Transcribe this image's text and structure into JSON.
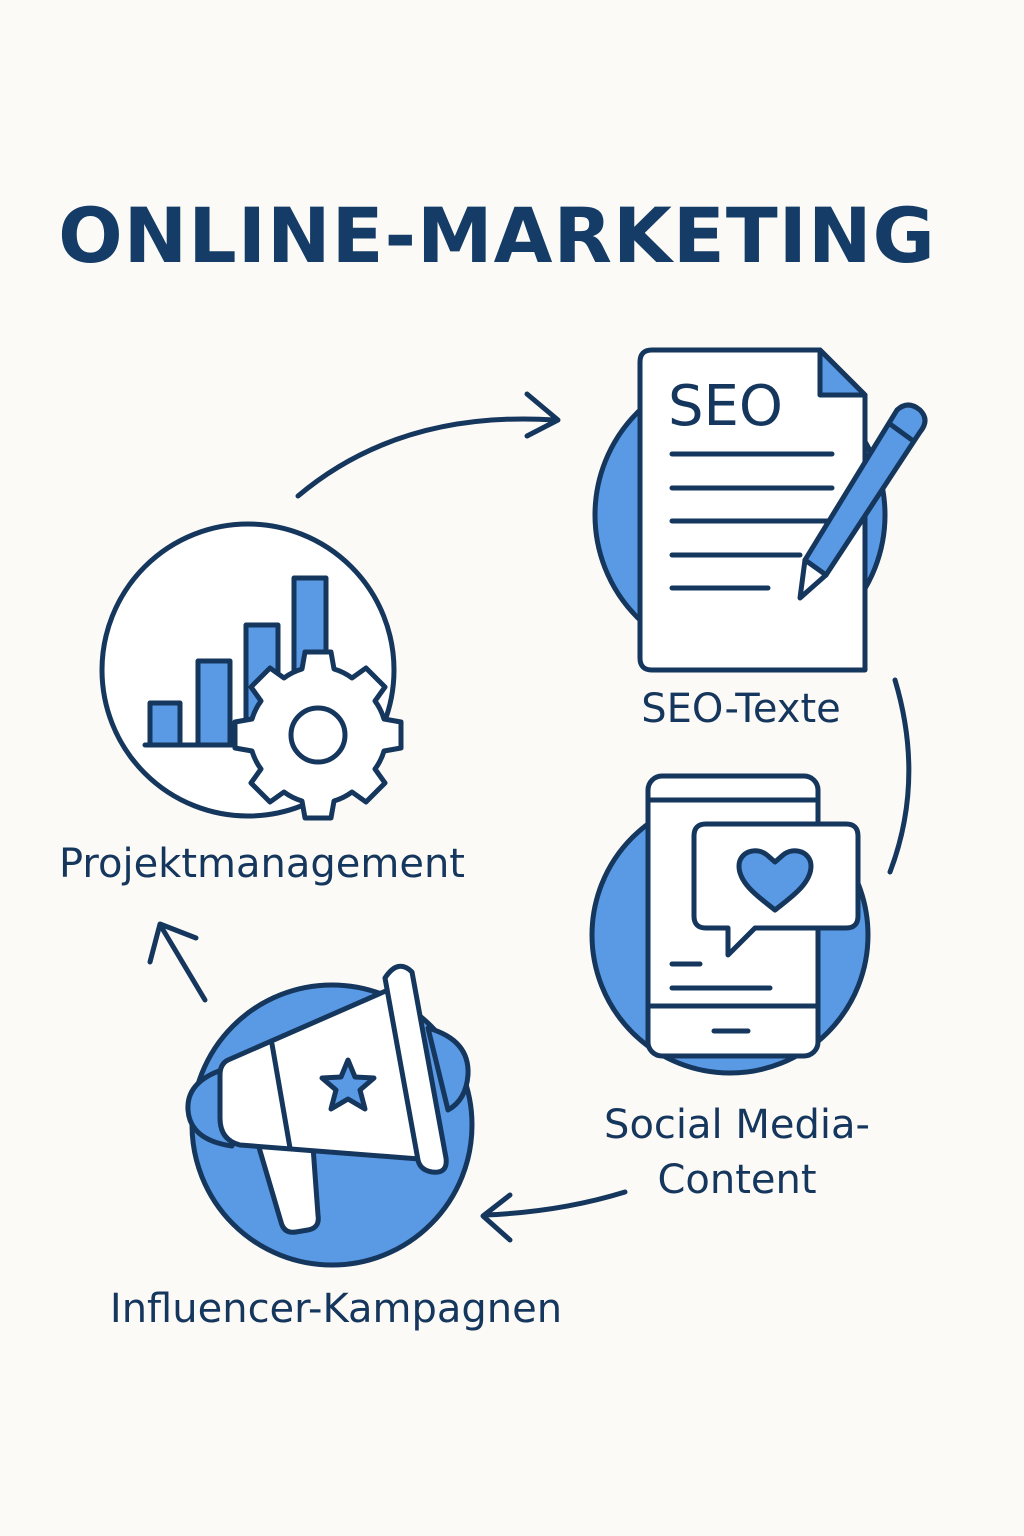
{
  "title": "ONLINE-MARKETING",
  "nodes": {
    "seo": {
      "label": "SEO-Texte",
      "doc_text": "SEO",
      "icon": "seo-document-icon"
    },
    "social": {
      "label_line1": "Social Media-",
      "label_line2": "Content",
      "icon": "smartphone-heart-icon"
    },
    "influencer": {
      "label": "Influencer-Kampagnen",
      "icon": "megaphone-icon"
    },
    "project": {
      "label": "Projektmanagement",
      "icon": "bar-chart-gear-icon"
    }
  },
  "colors": {
    "navy": "#15365d",
    "title": "#143c66",
    "accent_blue": "#5a9ae4",
    "background": "#fcfaf6",
    "white": "#ffffff"
  }
}
